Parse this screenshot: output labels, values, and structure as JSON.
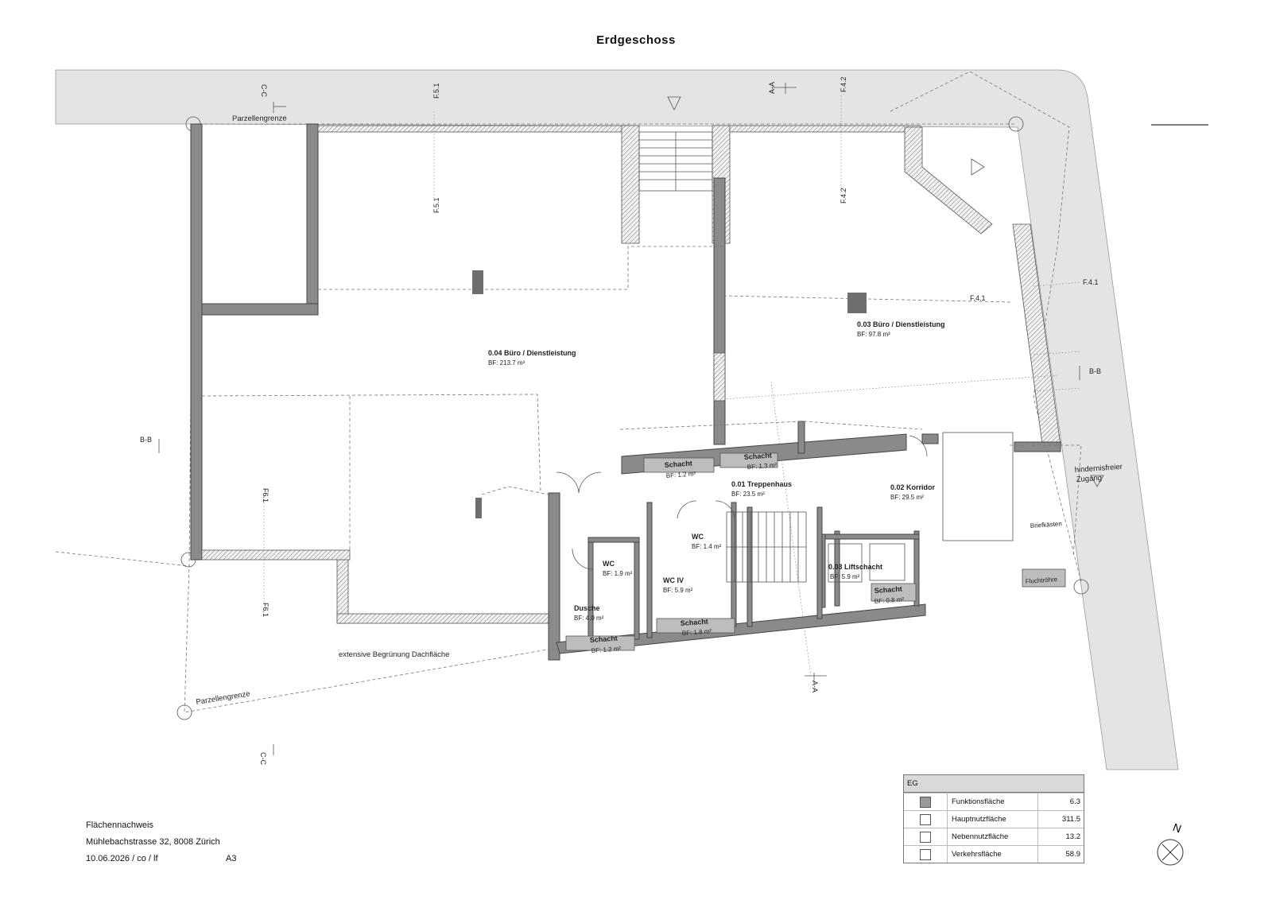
{
  "title": "Erdgeschoss",
  "info": {
    "heading": "Flächennachweis",
    "address": "Mühlebachstrasse 32, 8008 Zürich",
    "date_line": "10.06.2026 / co / lf",
    "paper": "A3"
  },
  "plot_labels": {
    "parcel_top": "Parzellengrenze",
    "parcel_bottom": "Parzellengrenze",
    "green_roof": "extensive Begrünung Dachfläche",
    "accessible_entry_1": "hindernisfreier",
    "accessible_entry_2": "Zugang",
    "mailboxes": "Briefkästen",
    "escape_tube": "Fluchtröhre"
  },
  "section_marks": {
    "cc_top": "C-C",
    "cc_bottom": "C-C",
    "aa_top": "A-A",
    "aa_bottom": "A-A",
    "bb_left": "B-B",
    "bb_right": "B-B",
    "f51_top": "F.5.1",
    "f51_mid": "F.5.1",
    "f42_top": "F.4.2",
    "f42_mid": "F.4.2",
    "f41_in": "F.4.1",
    "f41_out": "F.4.1",
    "f61_a": "F6.1",
    "f61_b": "F6.1"
  },
  "rooms": {
    "r004": {
      "name": "0.04 Büro / Dienstleistung",
      "area": "BF: 213.7 m²"
    },
    "r003": {
      "name": "0.03 Büro / Dienstleistung",
      "area": "BF: 97.8 m²"
    },
    "r001": {
      "name": "0.01 Treppenhaus",
      "area": "BF: 23.5 m²"
    },
    "r002": {
      "name": "0.02 Korridor",
      "area": "BF: 29.5 m²"
    },
    "lift": {
      "name": "0.03 Liftschacht",
      "area": "BF: 5.9 m²"
    },
    "wc_a": {
      "name": "WC",
      "area": "BF: 1.9 m²"
    },
    "wc_b": {
      "name": "WC",
      "area": "BF: 1.4 m²"
    },
    "wc_iv": {
      "name": "WC IV",
      "area": "BF: 5.9 m²"
    },
    "dusche": {
      "name": "Dusche",
      "area": "BF: 4.0 m²"
    },
    "schacht_1": {
      "name": "Schacht",
      "area": "BF: 1.2 m²"
    },
    "schacht_2": {
      "name": "Schacht",
      "area": "BF: 1.3 m²"
    },
    "schacht_3": {
      "name": "Schacht",
      "area": "BF: 1.8 m²"
    },
    "schacht_4": {
      "name": "Schacht",
      "area": "BF: 1.2 m²"
    },
    "schacht_5": {
      "name": "Schacht",
      "area": "BF: 0.8 m²"
    }
  },
  "legend": {
    "title": "EG",
    "rows": [
      {
        "name": "Funktionsfläche",
        "value": "6.3",
        "fill": "#9a9a9a"
      },
      {
        "name": "Hauptnutzfläche",
        "value": "311.5",
        "fill": "#ffffff"
      },
      {
        "name": "Nebennutzfläche",
        "value": "13.2",
        "fill": "#ffffff"
      },
      {
        "name": "Verkehrsfläche",
        "value": "58.9",
        "fill": "#ffffff"
      }
    ]
  },
  "north_label": "N",
  "colors": {
    "wall": "#8a8a8a",
    "street": "#e4e4e4",
    "shaft": "#bdbdbd"
  }
}
